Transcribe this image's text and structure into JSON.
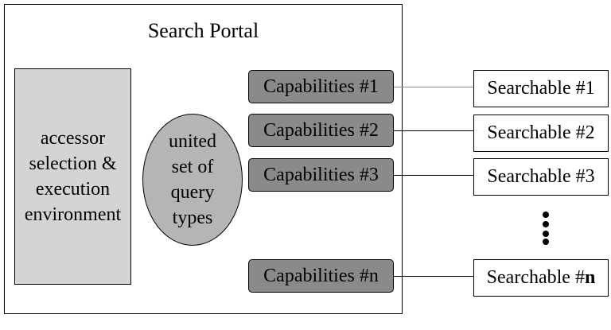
{
  "portal": {
    "title": "Search Portal"
  },
  "accessor": {
    "lines": [
      "accessor",
      "selection &",
      "execution",
      "environment"
    ]
  },
  "query_types": {
    "lines": [
      "united",
      "set of",
      "query",
      "types"
    ]
  },
  "capabilities": [
    "Capabilities #1",
    "Capabilities #2",
    "Capabilities #3",
    "Capabilities #n"
  ],
  "searchables": [
    {
      "prefix": "Searchable #",
      "suffix": "1"
    },
    {
      "prefix": "Searchable #",
      "suffix": "2"
    },
    {
      "prefix": "Searchable #",
      "suffix": "3"
    },
    {
      "prefix": "Searchable #",
      "suffix": "n"
    }
  ]
}
